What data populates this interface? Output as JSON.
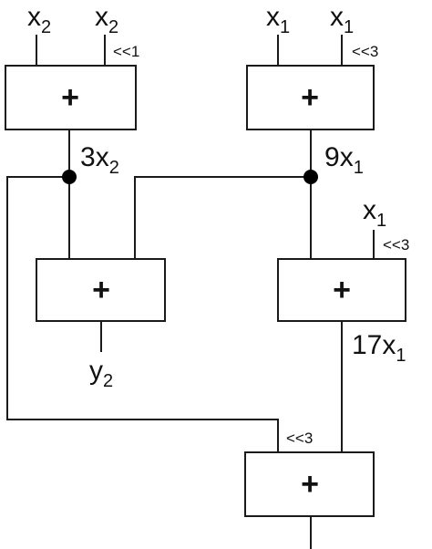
{
  "diagram": {
    "adder_symbol": "+",
    "inputs": {
      "top_left_a": {
        "base": "x",
        "sub": "2"
      },
      "top_left_b": {
        "base": "x",
        "sub": "2"
      },
      "top_right_a": {
        "base": "x",
        "sub": "1"
      },
      "top_right_b": {
        "base": "x",
        "sub": "1"
      },
      "mid_right": {
        "base": "x",
        "sub": "1"
      }
    },
    "shifts": {
      "adder_top_left": "<<1",
      "adder_top_right": "<<3",
      "adder_mid_right": "<<3",
      "adder_bottom": "<<3"
    },
    "signals": {
      "three_x2": {
        "coef": "3",
        "base": "x",
        "sub": "2"
      },
      "nine_x1": {
        "coef": "9",
        "base": "x",
        "sub": "1"
      },
      "seventeen_x1": {
        "coef": "17",
        "base": "x",
        "sub": "1"
      }
    },
    "outputs": {
      "y2": {
        "base": "y",
        "sub": "2"
      }
    }
  }
}
